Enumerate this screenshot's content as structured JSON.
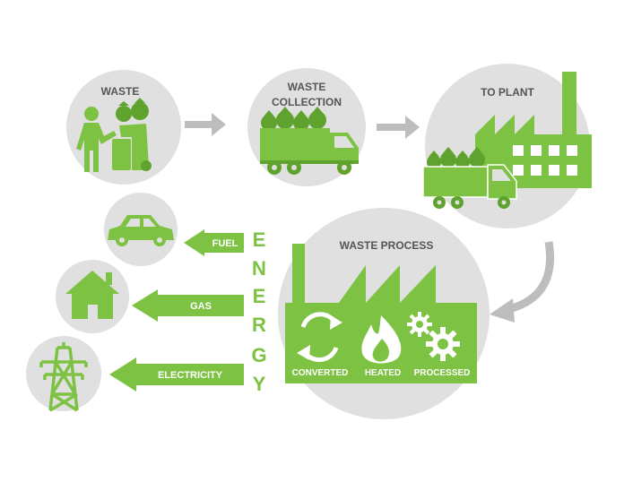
{
  "colors": {
    "circle": "#e0e0e0",
    "green": "#7dc242",
    "dark_green": "#5fa32e",
    "arrow_gray": "#bdbdbd",
    "white": "#ffffff"
  },
  "stages": {
    "waste": "WASTE",
    "collection_line1": "WASTE",
    "collection_line2": "COLLECTION",
    "plant": "TO PLANT",
    "process": "WASTE PROCESS"
  },
  "process_steps": [
    "CONVERTED",
    "HEATED",
    "PROCESSED"
  ],
  "energy_letters": [
    "E",
    "N",
    "E",
    "R",
    "G",
    "Y"
  ],
  "outputs": {
    "fuel": "FUEL",
    "gas": "GAS",
    "electricity": "ELECTRICITY"
  },
  "icons": {
    "waste": "person-trash-bin-icon",
    "collection": "garbage-truck-icon",
    "plant": "factory-truck-icon",
    "car": "car-icon",
    "house": "house-icon",
    "tower": "power-tower-icon",
    "recycle": "recycle-icon",
    "flame": "flame-icon",
    "gears": "gears-icon"
  }
}
